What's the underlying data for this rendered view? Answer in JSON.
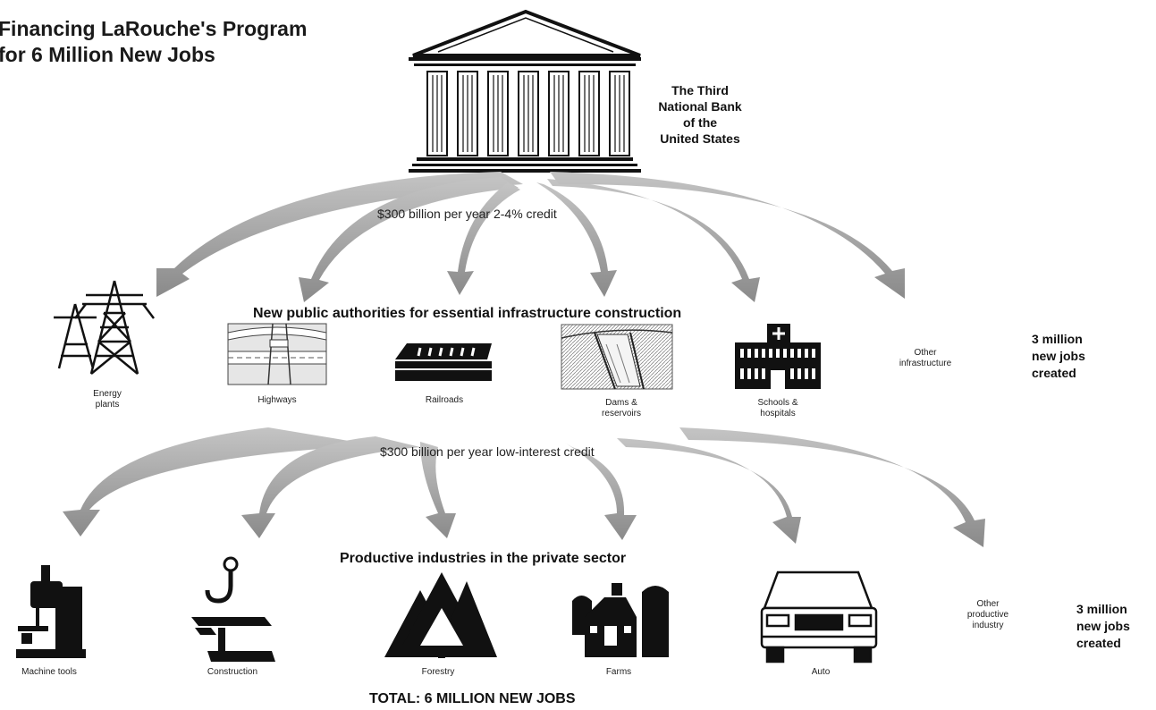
{
  "title_lines": [
    "Financing LaRouche's Program",
    "for 6 Million New Jobs"
  ],
  "bank_label": "The Third\nNational Bank\nof the\nUnited States",
  "credit_top": "$300 billion per year 2-4% credit",
  "infrastructure_header": "New public authorities for essential infrastructure construction",
  "infrastructure": [
    {
      "label": "Energy\nplants",
      "icon": "power-tower-icon"
    },
    {
      "label": "Highways",
      "icon": "highway-icon"
    },
    {
      "label": "Railroads",
      "icon": "railroad-icon"
    },
    {
      "label": "Dams &\nreservoirs",
      "icon": "dam-icon"
    },
    {
      "label": "Schools &\nhospitals",
      "icon": "building-icon"
    },
    {
      "label": "Other\ninfrastructure",
      "icon": ""
    }
  ],
  "jobs_infrastructure": "3 million\nnew jobs\ncreated",
  "credit_bottom": "$300 billion per year low-interest credit",
  "industry_header": "Productive industries in the private sector",
  "industries": [
    {
      "label": "Machine tools",
      "icon": "machine-tool-icon"
    },
    {
      "label": "Construction",
      "icon": "crane-beam-icon"
    },
    {
      "label": "Forestry",
      "icon": "pine-tree-icon"
    },
    {
      "label": "Farms",
      "icon": "barn-silo-icon"
    },
    {
      "label": "Auto",
      "icon": "car-icon"
    },
    {
      "label": "Other\nproductive\nindustry",
      "icon": ""
    }
  ],
  "jobs_industry": "3 million\nnew jobs\ncreated",
  "total": "TOTAL: 6 MILLION NEW JOBS"
}
